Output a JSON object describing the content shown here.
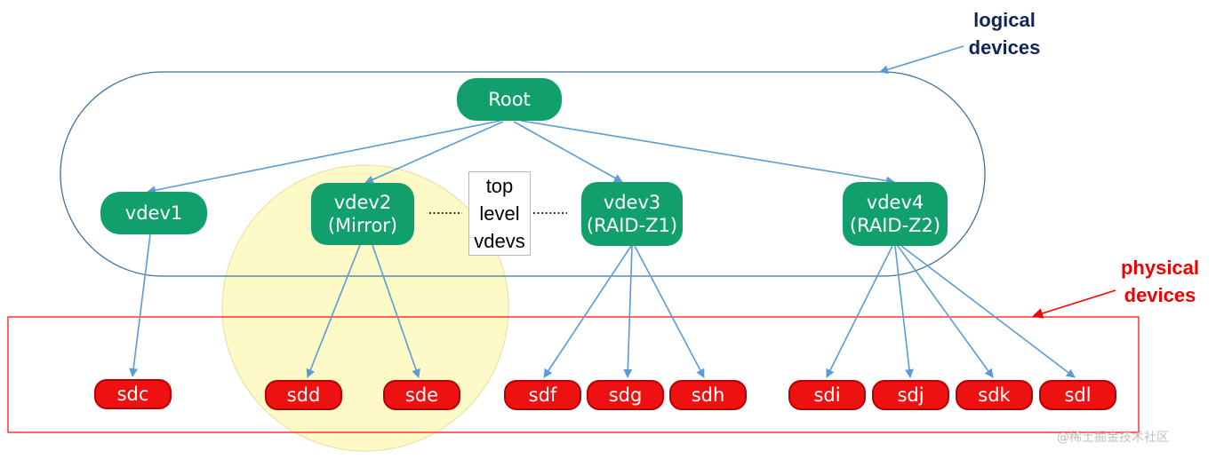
{
  "nodes": {
    "root": "Root",
    "vdev1": "vdev1",
    "vdev2": "vdev2\n(Mirror)",
    "vdev3": "vdev3\n(RAID-Z1)",
    "vdev4": "vdev4\n(RAID-Z2)",
    "top_level_vdevs": "top\nlevel\nvdevs"
  },
  "disks": {
    "sdc": "sdc",
    "sdd": "sdd",
    "sde": "sde",
    "sdf": "sdf",
    "sdg": "sdg",
    "sdh": "sdh",
    "sdi": "sdi",
    "sdj": "sdj",
    "sdk": "sdk",
    "sdl": "sdl"
  },
  "labels": {
    "logical_devices": "logical\ndevices",
    "physical_devices": "physical\ndevices"
  },
  "watermark": "@稀土掘金技术社区",
  "colors": {
    "logical_node": "#119f6c",
    "physical_node": "#ee1111",
    "edge": "#5b9bd5",
    "logical_boundary": "#41719c",
    "physical_boundary": "#ff0000",
    "mirror_highlight": "#fdfac7",
    "logical_label": "#0d2656",
    "physical_label": "#ef0000"
  }
}
